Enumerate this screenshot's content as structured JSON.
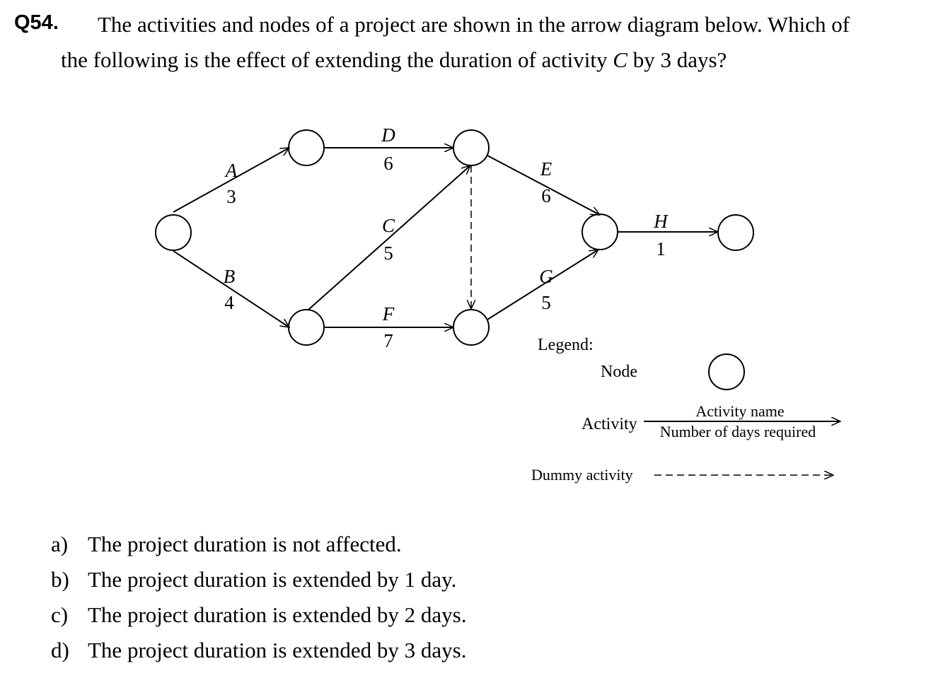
{
  "question": {
    "number": "Q54.",
    "line1": "The activities and nodes of a project are shown in the arrow diagram below. Which of",
    "line2_prefix": "the following is the effect of extending the duration of activity ",
    "line2_var": "C",
    "line2_suffix": " by 3 days?"
  },
  "diagram": {
    "activities": [
      {
        "name": "A",
        "days": "3"
      },
      {
        "name": "B",
        "days": "4"
      },
      {
        "name": "C",
        "days": "5"
      },
      {
        "name": "D",
        "days": "6"
      },
      {
        "name": "E",
        "days": "6"
      },
      {
        "name": "F",
        "days": "7"
      },
      {
        "name": "G",
        "days": "5"
      },
      {
        "name": "H",
        "days": "1"
      }
    ],
    "legend": {
      "title": "Legend:",
      "node": "Node",
      "activity": "Activity",
      "activity_name": "Activity name",
      "days_required": "Number of days required",
      "dummy": "Dummy activity"
    }
  },
  "options": [
    {
      "label": "a)",
      "text": "The project duration is not affected."
    },
    {
      "label": "b)",
      "text": "The project duration is extended by 1 day."
    },
    {
      "label": "c)",
      "text": "The project duration is extended by 2 days."
    },
    {
      "label": "d)",
      "text": "The project duration is extended by 3 days."
    }
  ]
}
